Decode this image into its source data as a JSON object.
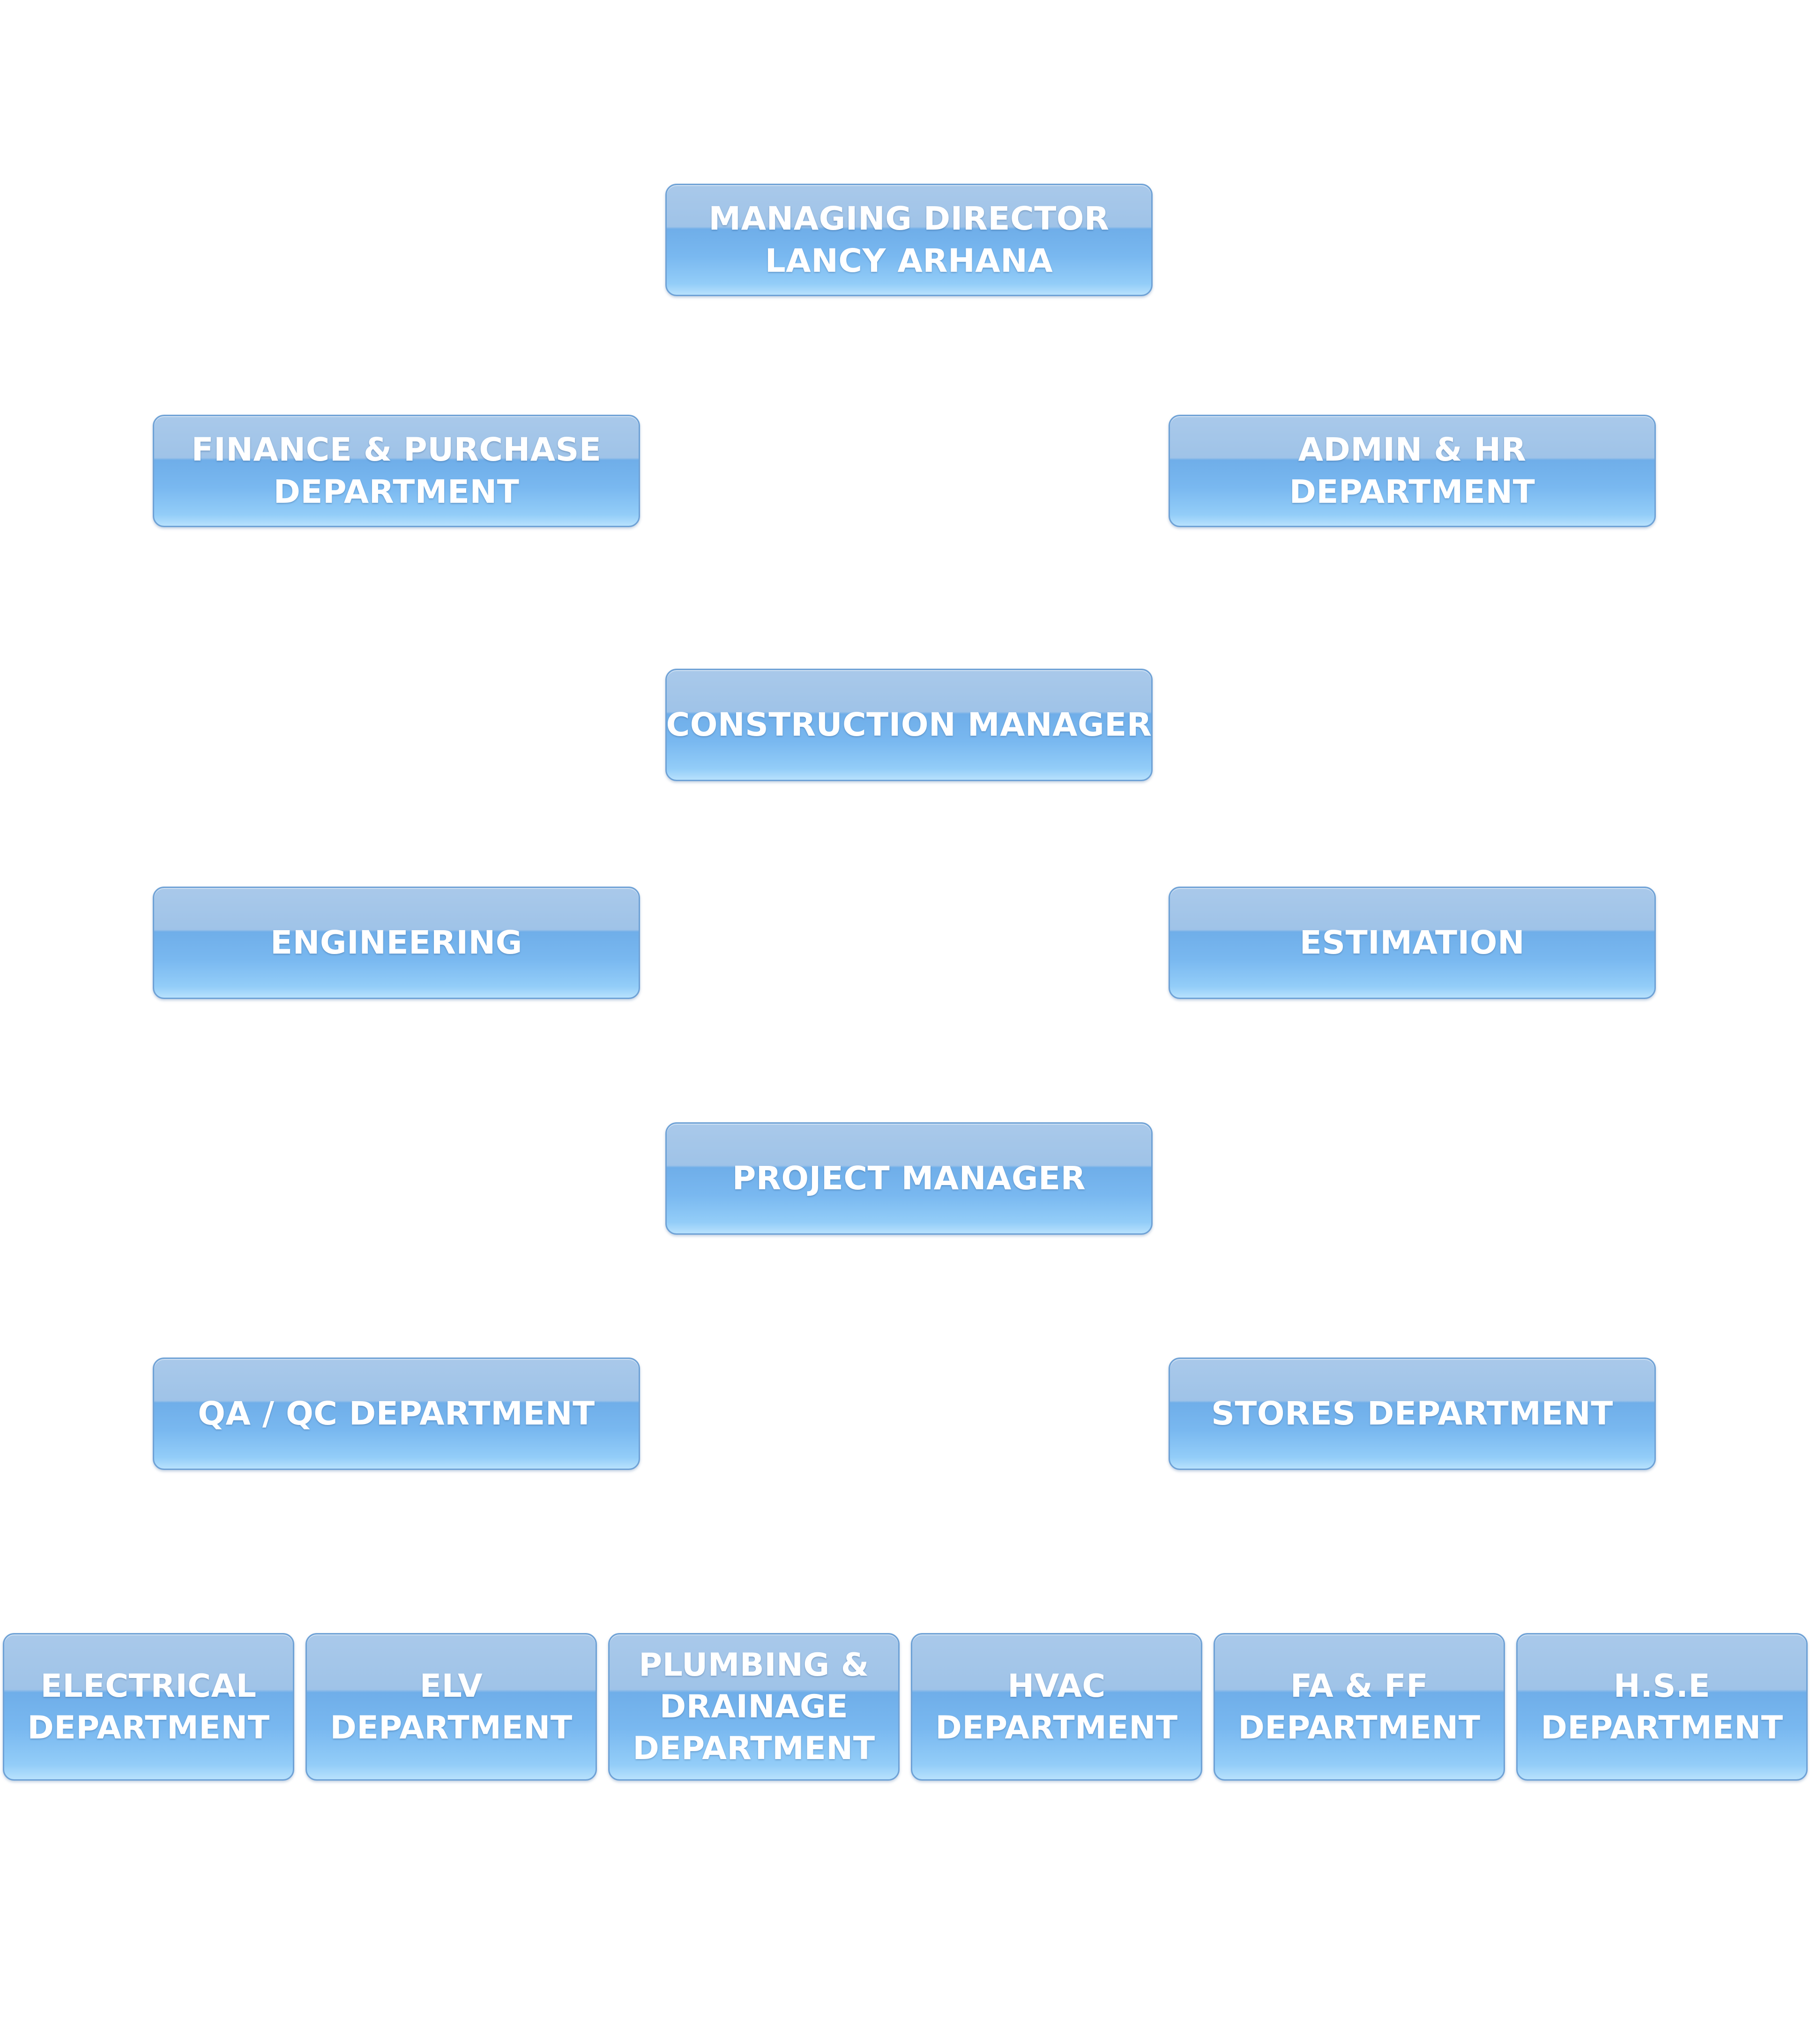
{
  "org_chart": {
    "managing_director": {
      "line1": "MANAGING DIRECTOR",
      "line2": "LANCY ARHANA"
    },
    "finance_purchase": {
      "line1": "FINANCE & PURCHASE",
      "line2": "DEPARTMENT"
    },
    "admin_hr": {
      "line1": "ADMIN & HR",
      "line2": "DEPARTMENT"
    },
    "construction_manager": {
      "line1": "CONSTRUCTION MANAGER"
    },
    "engineering": {
      "line1": "ENGINEERING"
    },
    "estimation": {
      "line1": "ESTIMATION"
    },
    "project_manager": {
      "line1": "PROJECT MANAGER"
    },
    "qa_qc": {
      "line1": "QA / QC DEPARTMENT"
    },
    "stores": {
      "line1": "STORES DEPARTMENT"
    },
    "electrical": {
      "line1": "ELECTRICAL",
      "line2": "DEPARTMENT"
    },
    "elv": {
      "line1": "ELV",
      "line2": "DEPARTMENT"
    },
    "plumbing_drainage": {
      "line1": "PLUMBING &",
      "line2": "DRAINAGE",
      "line3": "DEPARTMENT"
    },
    "hvac": {
      "line1": "HVAC",
      "line2": "DEPARTMENT"
    },
    "fa_ff": {
      "line1": "FA & FF",
      "line2": "DEPARTMENT"
    },
    "hse": {
      "line1": "H.S.E",
      "line2": "DEPARTMENT"
    }
  },
  "colors": {
    "box_top": "#a9c9ea",
    "box_bottom": "#b7e1fd",
    "box_border": "#6fa2d6",
    "text": "#ffffff"
  }
}
